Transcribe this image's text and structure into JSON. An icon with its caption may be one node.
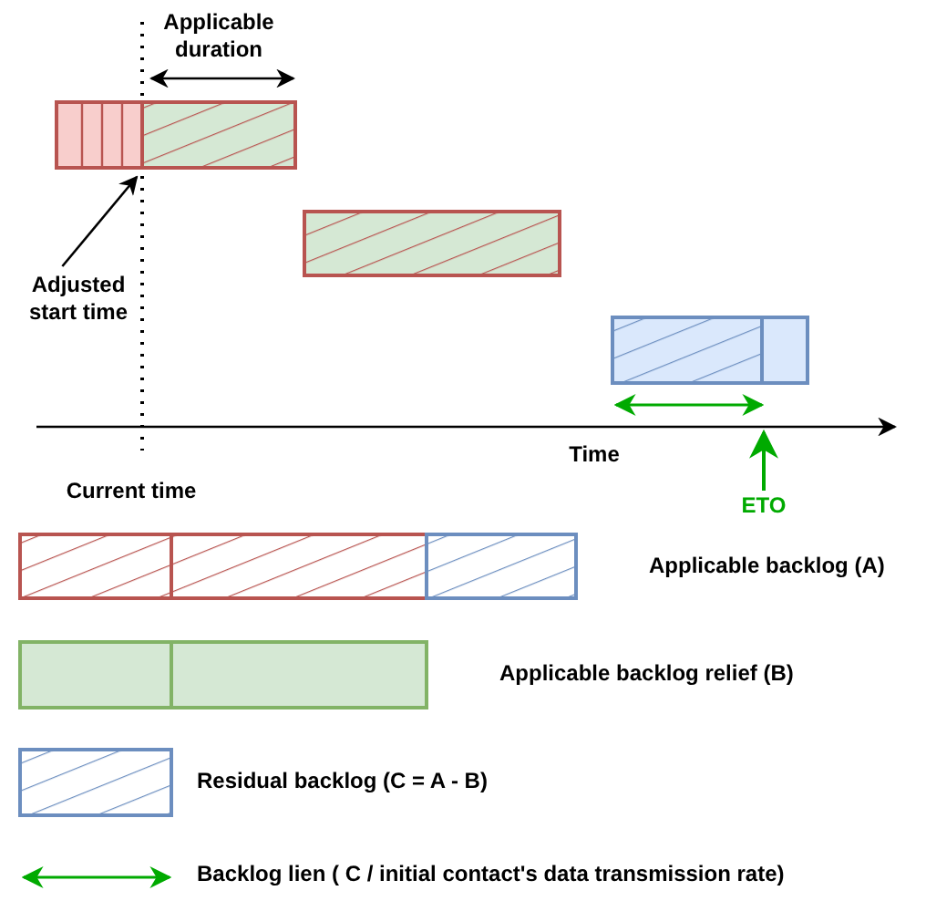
{
  "diagram": {
    "nodes": [
      {
        "text": [
          "Adjusted start time"
        ]
      },
      {
        "text": [
          "ETO"
        ]
      },
      {
        "text": [],
        "shape": "bar"
      }
    ],
    "edges": [
      {
        "from": 0,
        "to": 2,
        "arrow": "to"
      },
      {
        "from": 1,
        "to": null,
        "arrow": "to",
        "color": "#00aa00"
      }
    ],
    "labels": [
      "Applicable duration",
      "Time",
      "Current time"
    ],
    "legend": [
      {
        "text": "Applicable backlog (A)"
      },
      {
        "text": "Applicable backlog relief (B)"
      },
      {
        "text": "Residual backlog (C = A - B)"
      },
      {
        "text": "Backlog lien ( C / initial contact's data transmission rate)"
      }
    ]
  }
}
